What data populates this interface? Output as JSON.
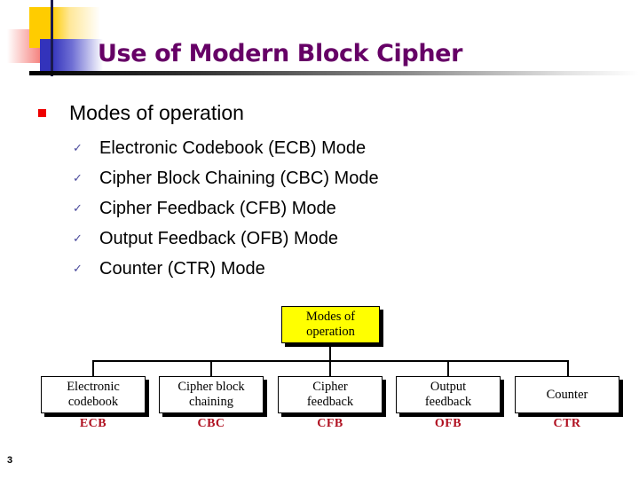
{
  "slide": {
    "title": "Use of Modern Block Cipher",
    "number": "3",
    "accent_title_color": "#660066",
    "bullet_color": "#ee0000",
    "check_color": "#4a4a9c"
  },
  "content": {
    "heading": "Modes of operation",
    "heading_marker": "square-bullet",
    "items": [
      {
        "marker": "check",
        "label": "Electronic Codebook (ECB) Mode"
      },
      {
        "marker": "check",
        "label": "Cipher Block Chaining (CBC) Mode"
      },
      {
        "marker": "check",
        "label": "Cipher Feedback (CFB) Mode"
      },
      {
        "marker": "check",
        "label": "Output Feedback (OFB) Mode"
      },
      {
        "marker": "check",
        "label": "Counter (CTR) Mode"
      }
    ]
  },
  "diagram": {
    "type": "org-chart",
    "root": {
      "line1": "Modes of",
      "line2": "operation",
      "fill": "#ffff00"
    },
    "children": [
      {
        "line1": "Electronic",
        "line2": "codebook",
        "caption": "ECB"
      },
      {
        "line1": "Cipher block",
        "line2": "chaining",
        "caption": "CBC"
      },
      {
        "line1": "Cipher",
        "line2": "feedback",
        "caption": "CFB"
      },
      {
        "line1": "Output",
        "line2": "feedback",
        "caption": "OFB"
      },
      {
        "line1": "Counter",
        "line2": "",
        "caption": "CTR"
      }
    ],
    "caption_color": "#b01020",
    "node_fill": "#ffffff"
  }
}
